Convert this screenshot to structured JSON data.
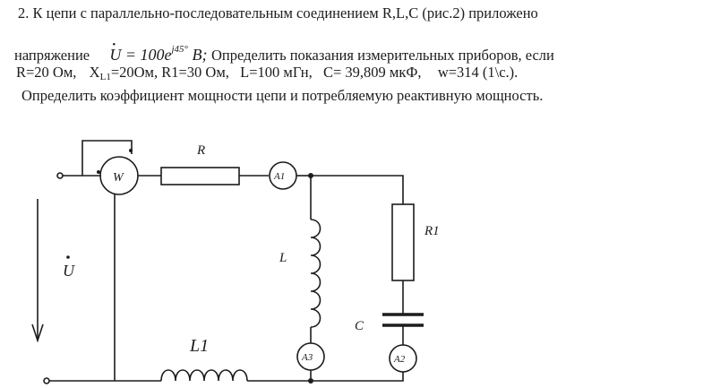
{
  "problem": {
    "line1": "2. К цепи с параллельно-последовательным соединением  R,L,C (рис.2) приложено",
    "line2_prefix": "напряжение",
    "formula_u": "U",
    "formula_eq": " = 100e",
    "formula_exp": "j45°",
    "formula_unit": " B;",
    "line2_suffix": "Определить показания измерительных приборов, если",
    "line3_r": "R=20 Ом,",
    "line3_x": "X",
    "line3_x_sub": "L1",
    "line3_x_val": "=20Ом,",
    "line3_r1": "R1=30 Ом,",
    "line3_l": "L=100 мГн,",
    "line3_c": "C= 39,809 мкФ,",
    "line3_w": "w=314 (1\\с.).",
    "line4": "Определить коэффициент мощности цепи и потребляемую реактивную мощность."
  },
  "circuit": {
    "labels": {
      "R": "R",
      "R1": "R1",
      "L": "L",
      "L1": "L1",
      "C": "C",
      "U": "U"
    },
    "meters": {
      "W": "W",
      "A1": "A1",
      "A2": "A2",
      "A3": "A3"
    }
  }
}
